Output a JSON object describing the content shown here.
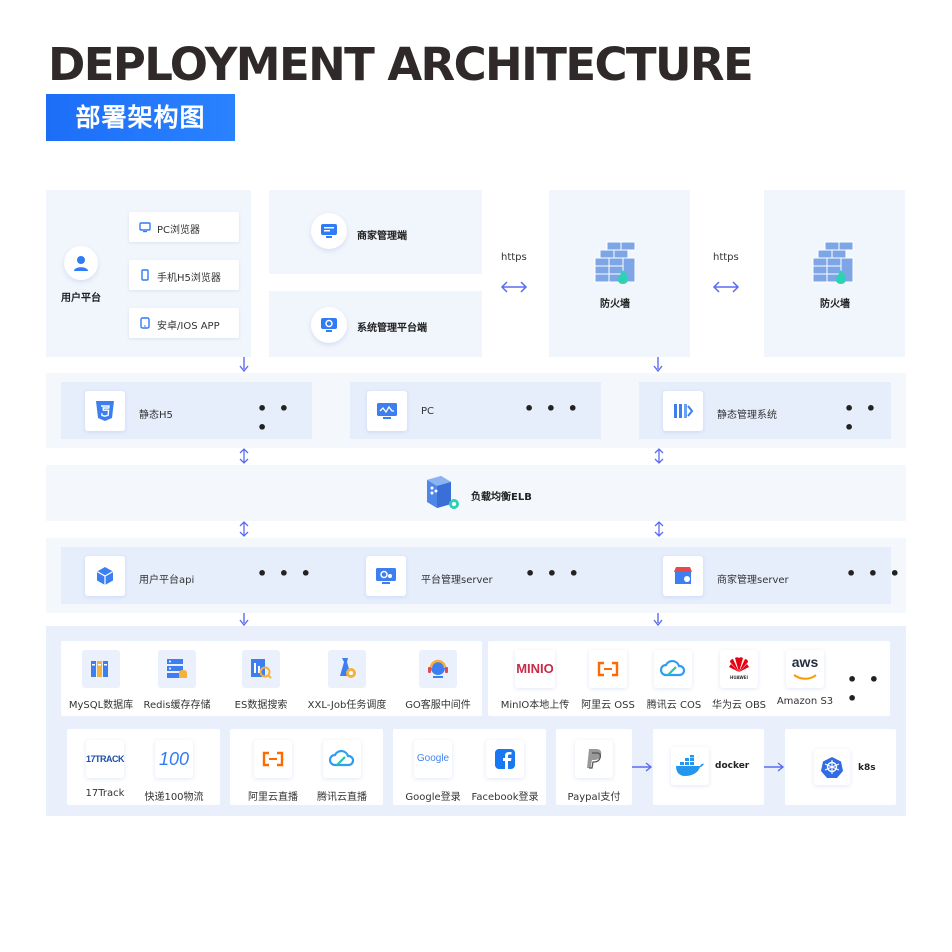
{
  "header": {
    "title": "DEPLOYMENT ARCHITECTURE",
    "subtitle": "部署架构图"
  },
  "top": {
    "user_platform": "用户平台",
    "clients": [
      "PC浏览器",
      "手机H5浏览器",
      "安卓/IOS APP"
    ],
    "merchant_admin": "商家管理端",
    "system_admin": "系统管理平台端",
    "https_1": "https",
    "https_2": "https",
    "firewall_1": "防火墙",
    "firewall_2": "防火墙"
  },
  "frontend": {
    "items": [
      {
        "label": "静态H5",
        "more": "• • •"
      },
      {
        "label": "PC",
        "more": "• • •"
      },
      {
        "label": "静态管理系统",
        "more": "• • •"
      }
    ]
  },
  "elb": {
    "label": "负载均衡ELB"
  },
  "backend": {
    "items": [
      {
        "label": "用户平台api",
        "more": "• • •"
      },
      {
        "label": "平台管理server",
        "more": "• • •"
      },
      {
        "label": "商家管理server",
        "more": "• • •"
      }
    ]
  },
  "services": {
    "data": [
      "MySQL数据库",
      "Redis缓存存储",
      "ES数据搜索",
      "XXL-Job任务调度",
      "GO客服中间件"
    ],
    "storage": [
      "MinIO本地上传",
      "阿里云 OSS",
      "腾讯云 COS",
      "华为云 OBS",
      "Amazon S3"
    ],
    "storage_more": "• • •",
    "logistics": [
      "17Track",
      "快递100物流"
    ],
    "live": [
      "阿里云直播",
      "腾讯云直播"
    ],
    "login": [
      "Google登录",
      "Facebook登录"
    ],
    "pay": [
      "Paypal支付"
    ],
    "docker": "docker",
    "k8s": "k8s",
    "logos": {
      "minio": "MINIO",
      "aws": "aws",
      "huawei": "HUAWEI",
      "track": "17TRACK",
      "kd100": "100",
      "google": "Google"
    }
  }
}
